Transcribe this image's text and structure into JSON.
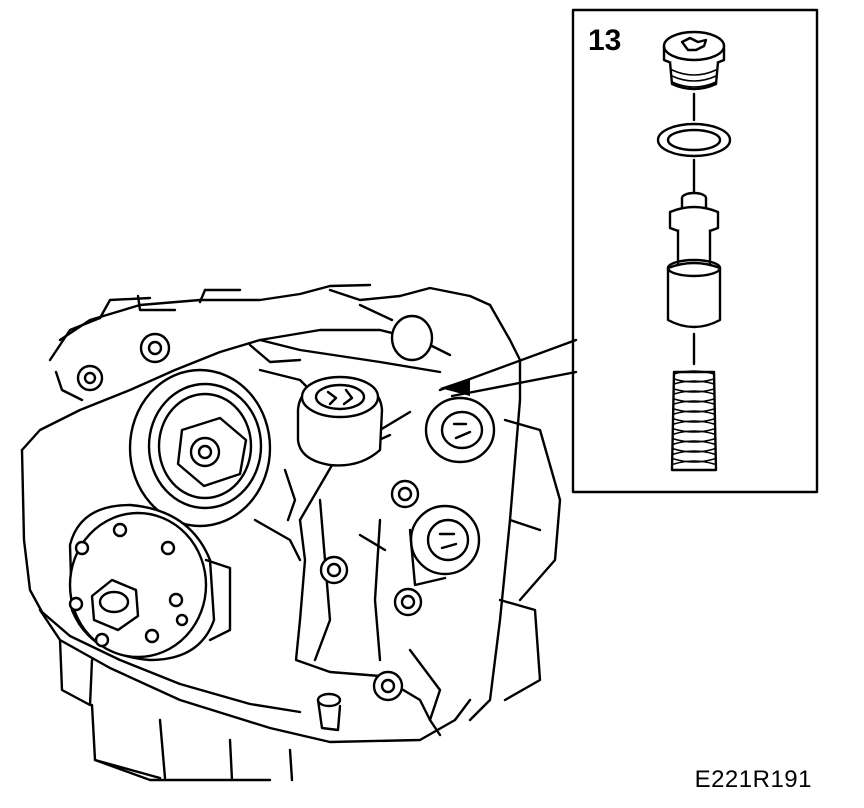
{
  "callout": {
    "number": "13"
  },
  "figure": {
    "code": "E221R191"
  },
  "colors": {
    "ink": "#000000",
    "paper": "#ffffff"
  },
  "icons": [
    "engine-block",
    "crankshaft-pulley",
    "tensioner-pulley",
    "idler-pulley",
    "oil-pump-valve-plug",
    "o-ring",
    "valve-piston",
    "valve-spring"
  ]
}
